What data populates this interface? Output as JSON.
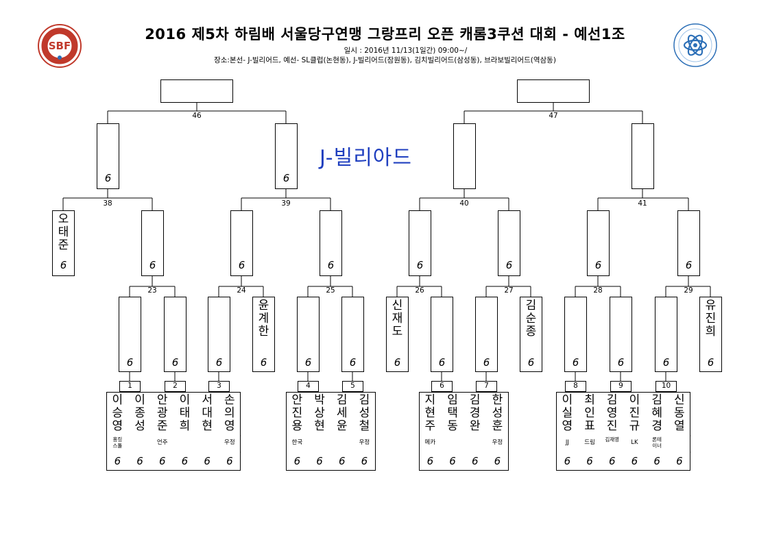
{
  "header": {
    "title": "2016 제5차 하림배 서울당구연맹 그랑프리 오픈 캐롬3쿠션 대회 - 예선1조",
    "dateline": "일시 : 2016년 11/13(1일간) 09:00~/",
    "venue": "장소:본선- J-빌리어드, 예선- SL클럽(논현동), J-빌리어드(잠원동), 김치빌리어드(삼성동), 브라보빌리어드(역삼동)"
  },
  "logos": {
    "left": {
      "icon": "sbf-logo",
      "text": "SBF"
    },
    "right": {
      "icon": "seoul-sports-council-logo"
    }
  },
  "watermark": "J-빌리아드",
  "score_mark": "6",
  "match_numbers": {
    "r4": [
      "46",
      "47"
    ],
    "r3": [
      "38",
      "39",
      "40",
      "41"
    ],
    "r2": [
      "23",
      "24",
      "25",
      "26",
      "27",
      "28",
      "29"
    ],
    "r1": [
      "1",
      "2",
      "3",
      "4",
      "5",
      "6",
      "7",
      "8",
      "9",
      "10"
    ]
  },
  "seeded_players": {
    "r3_left": "오태준",
    "r2_24_right": "윤계한",
    "r2_26_left": "신재도",
    "r2_27_right": "김순종",
    "r2_29_right": "유진희"
  },
  "groups": [
    {
      "players": [
        {
          "name": "이승영",
          "club": "홍링 스툴"
        },
        {
          "name": "이종성",
          "club": ""
        },
        {
          "name": "안광준",
          "club": "언주"
        },
        {
          "name": "이태희",
          "club": ""
        },
        {
          "name": "서대현",
          "club": ""
        },
        {
          "name": "손의영",
          "club": "우정"
        }
      ]
    },
    {
      "players": [
        {
          "name": "안진용",
          "club": "한국"
        },
        {
          "name": "박상현",
          "club": ""
        },
        {
          "name": "김세윤",
          "club": ""
        },
        {
          "name": "김성철",
          "club": "우정"
        }
      ]
    },
    {
      "players": [
        {
          "name": "지현주",
          "club": "메카"
        },
        {
          "name": "임택동",
          "club": ""
        },
        {
          "name": "김경완",
          "club": ""
        },
        {
          "name": "한성훈",
          "club": "우정"
        }
      ]
    },
    {
      "players": [
        {
          "name": "이실영",
          "club": "JJ"
        },
        {
          "name": "최인표",
          "club": "드림"
        },
        {
          "name": "김영진",
          "club": "김재영"
        },
        {
          "name": "이진규",
          "club": "LK"
        },
        {
          "name": "김혜경",
          "club": "론테 이너"
        },
        {
          "name": "신동열",
          "club": ""
        }
      ]
    }
  ]
}
